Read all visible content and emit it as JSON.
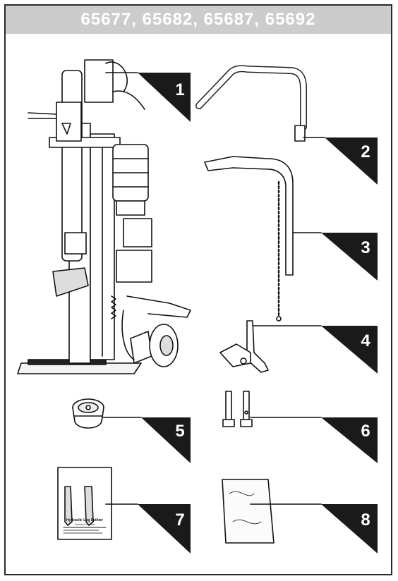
{
  "header": {
    "title": "65677, 65682, 65687, 65692"
  },
  "parts": [
    {
      "number": "1",
      "item": "log-splitter"
    },
    {
      "number": "2",
      "item": "handle"
    },
    {
      "number": "3",
      "item": "table-with-chain"
    },
    {
      "number": "4",
      "item": "foot-pedal"
    },
    {
      "number": "5",
      "item": "cap"
    },
    {
      "number": "6",
      "item": "pins"
    },
    {
      "number": "7",
      "item": "manual"
    },
    {
      "number": "8",
      "item": "hardware-bag"
    }
  ],
  "manual": {
    "cover_title": "Hydraulic Log Splitter",
    "cover_subtitle": "Owner's Manual"
  },
  "colors": {
    "header_bg": "#cccccc",
    "callout": "#1a1a1a",
    "line": "#111111"
  }
}
